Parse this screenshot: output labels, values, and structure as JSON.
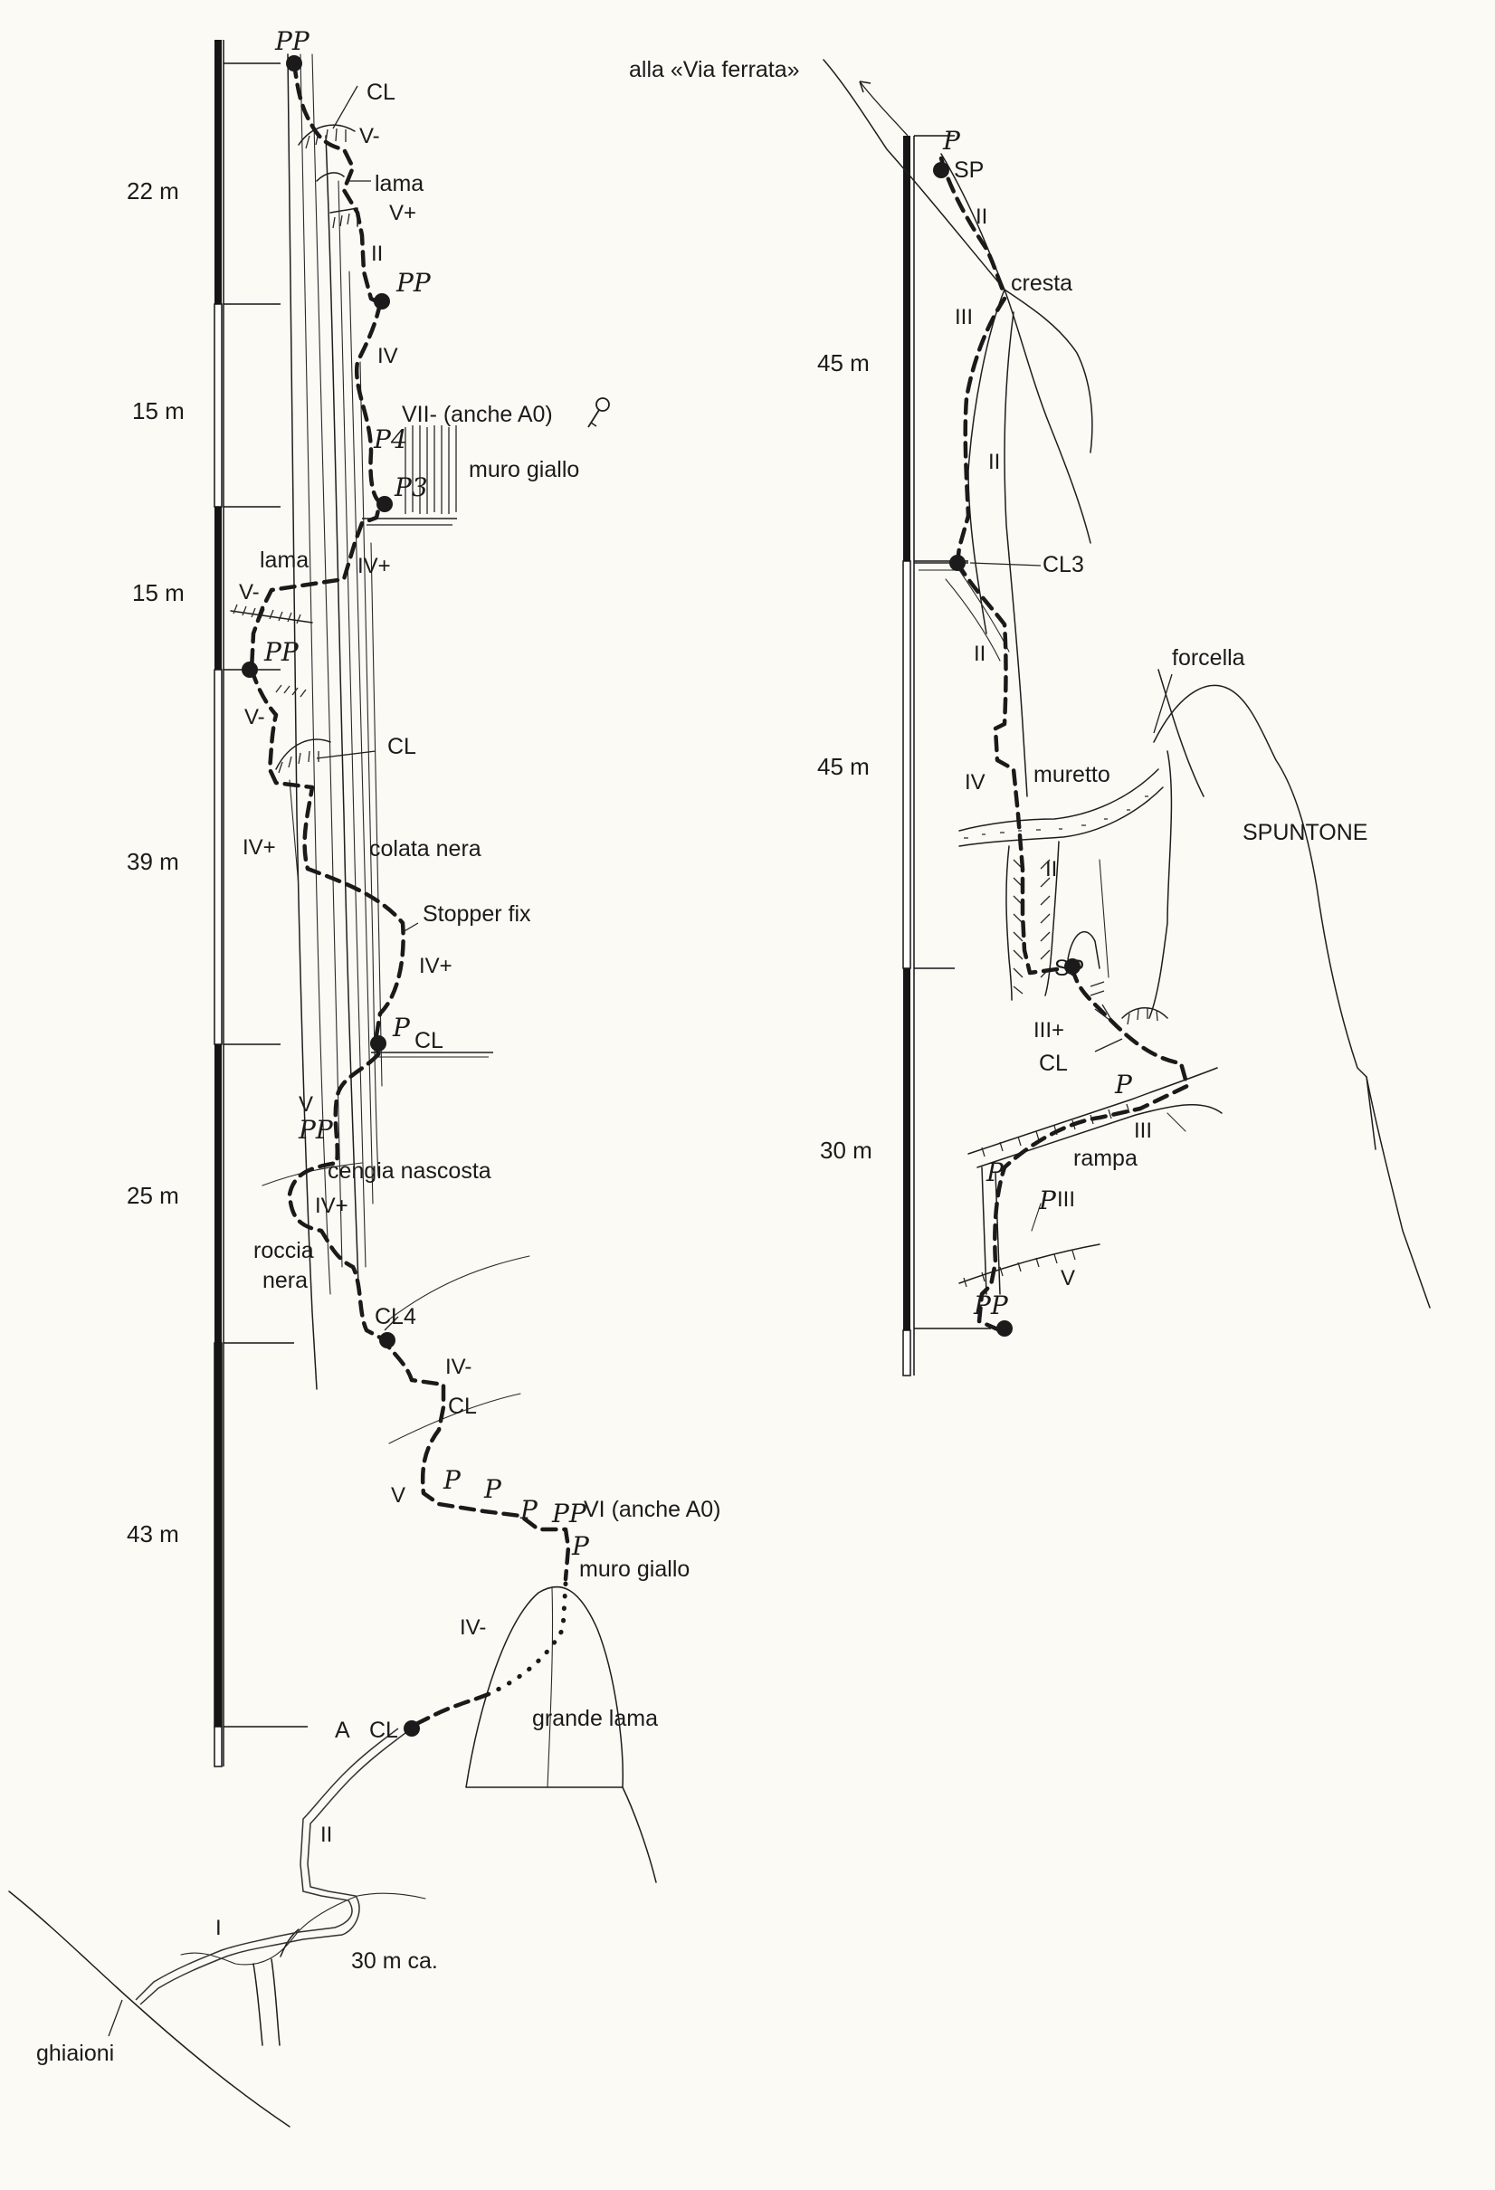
{
  "left": {
    "scale": [
      "22 m",
      "15 m",
      "15 m",
      "39 m",
      "25 m",
      "43 m"
    ],
    "grades": {
      "v_minus_top": "V-",
      "v_plus_top": "V+",
      "ii_upper": "II",
      "iv_upper": "IV",
      "vii": "VII- (anche A0)",
      "iv_plus_mid": "IV+",
      "v_minus_left": "V-",
      "v_minus_lower": "V-",
      "iv_plus_left": "IV+",
      "iv_plus_stopper": "IV+",
      "v_traverse": "V",
      "iv_plus_low": "IV+",
      "iv_minus_cl4": "IV-",
      "v_low": "V",
      "vi": "VI (anche A0)",
      "iv_minus_lama": "IV-",
      "ii_approach": "II",
      "i_approach": "I"
    },
    "labels": {
      "cl_top": "CL",
      "lama_top": "lama",
      "muro_giallo_top": "muro giallo",
      "lama_mid": "lama",
      "cl_mid": "CL",
      "colata_nera": "colata nera",
      "stopper_fix": "Stopper fix",
      "cl_stopper": "CL",
      "cengia_nascosta": "cengia nascosta",
      "roccia": "roccia",
      "nera": "nera",
      "cl4": "CL4",
      "cl_low": "CL",
      "muro_giallo_low": "muro giallo",
      "grande_lama": "grande lama",
      "a": "A",
      "cl_start": "CL",
      "approach": "30 m ca.",
      "ghiaioni": "ghiaioni"
    },
    "pitons": {
      "pp_top": "PP",
      "pp_ii": "PP",
      "p4": "P4",
      "p3": "P3",
      "pp_lama": "PP",
      "p_cl": "P",
      "pp_v": "PP",
      "p1": "P",
      "p2": "P",
      "p3_traverse": "P",
      "pp_vi": "PP",
      "p_muro": "P"
    }
  },
  "right": {
    "scale": [
      "45 m",
      "45 m",
      "30 m"
    ],
    "grades": {
      "ii_top": "II",
      "iii_top": "III",
      "ii_mid": "II",
      "ii_lower": "II",
      "iv_muretto": "IV",
      "ii_chimney": "II",
      "iii_plus": "III+",
      "iii_rampa": "III",
      "iii_p": "III",
      "v_bottom": "V"
    },
    "labels": {
      "via_ferrata": "alla «Via ferrata»",
      "sp_top": "SP",
      "cresta": "cresta",
      "cl3": "CL3",
      "forcella": "forcella",
      "muretto": "muretto",
      "spuntone": "SPUNTONE",
      "sp_mid": "SP",
      "cl_rampa": "CL",
      "rampa": "rampa"
    },
    "pitons": {
      "p_top": "P",
      "p_rampa": "P",
      "p_left": "P",
      "p_iii": "P",
      "pp_bottom": "PP"
    }
  }
}
